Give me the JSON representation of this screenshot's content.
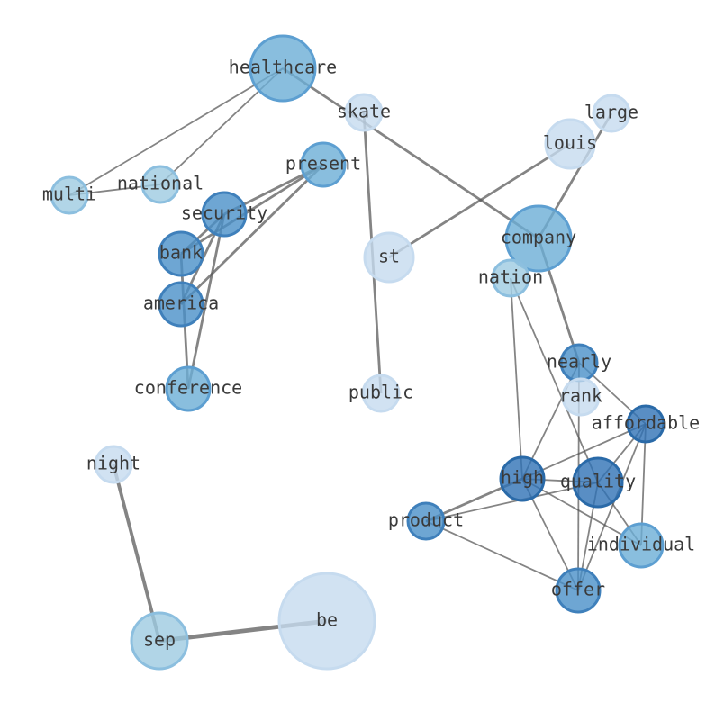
{
  "nodes": [
    {
      "id": "healthcare",
      "label": "healthcare",
      "shade": 2,
      "size": 5
    },
    {
      "id": "skate",
      "label": "skate",
      "shade": 0,
      "size": 1
    },
    {
      "id": "large",
      "label": "large",
      "shade": 0,
      "size": 1
    },
    {
      "id": "louis",
      "label": "louis",
      "shade": 0,
      "size": 2
    },
    {
      "id": "present",
      "label": "present",
      "shade": 2,
      "size": 3
    },
    {
      "id": "multi",
      "label": "multi",
      "shade": 1,
      "size": 1
    },
    {
      "id": "national",
      "label": "national",
      "shade": 1,
      "size": 1
    },
    {
      "id": "security",
      "label": "security",
      "shade": 3,
      "size": 3
    },
    {
      "id": "bank",
      "label": "bank",
      "shade": 3,
      "size": 3
    },
    {
      "id": "st",
      "label": "st",
      "shade": 0,
      "size": 2
    },
    {
      "id": "company",
      "label": "company",
      "shade": 2,
      "size": 5
    },
    {
      "id": "nation",
      "label": "nation",
      "shade": 1,
      "size": 1
    },
    {
      "id": "america",
      "label": "america",
      "shade": 3,
      "size": 3
    },
    {
      "id": "nearly",
      "label": "nearly",
      "shade": 3,
      "size": 1
    },
    {
      "id": "conference",
      "label": "conference",
      "shade": 2,
      "size": 3
    },
    {
      "id": "public",
      "label": "public",
      "shade": 0,
      "size": 1
    },
    {
      "id": "rank",
      "label": "rank",
      "shade": 0,
      "size": 1
    },
    {
      "id": "affordable",
      "label": "affordable",
      "shade": 4,
      "size": 1
    },
    {
      "id": "night",
      "label": "night",
      "shade": 0,
      "size": 1
    },
    {
      "id": "high",
      "label": "high",
      "shade": 4,
      "size": 3
    },
    {
      "id": "quality",
      "label": "quality",
      "shade": 4,
      "size": 2
    },
    {
      "id": "product",
      "label": "product",
      "shade": 3,
      "size": 1
    },
    {
      "id": "individual",
      "label": "individual",
      "shade": 2,
      "size": 3
    },
    {
      "id": "offer",
      "label": "offer",
      "shade": 3,
      "size": 3
    },
    {
      "id": "be",
      "label": "be",
      "shade": 0,
      "size": 8
    },
    {
      "id": "sep",
      "label": "sep",
      "shade": 1,
      "size": 4
    }
  ],
  "edges": [
    {
      "source": "healthcare",
      "target": "multi",
      "weight": 1
    },
    {
      "source": "healthcare",
      "target": "national",
      "weight": 1
    },
    {
      "source": "healthcare",
      "target": "company",
      "weight": 2
    },
    {
      "source": "multi",
      "target": "national",
      "weight": 1
    },
    {
      "source": "skate",
      "target": "public",
      "weight": 2
    },
    {
      "source": "large",
      "target": "company",
      "weight": 2
    },
    {
      "source": "louis",
      "target": "st",
      "weight": 2
    },
    {
      "source": "present",
      "target": "security",
      "weight": 2
    },
    {
      "source": "present",
      "target": "bank",
      "weight": 2
    },
    {
      "source": "present",
      "target": "america",
      "weight": 2
    },
    {
      "source": "security",
      "target": "bank",
      "weight": 2
    },
    {
      "source": "security",
      "target": "america",
      "weight": 2
    },
    {
      "source": "security",
      "target": "conference",
      "weight": 2
    },
    {
      "source": "bank",
      "target": "conference",
      "weight": 2
    },
    {
      "source": "company",
      "target": "nearly",
      "weight": 2
    },
    {
      "source": "nation",
      "target": "high",
      "weight": 1
    },
    {
      "source": "nation",
      "target": "quality",
      "weight": 1
    },
    {
      "source": "nearly",
      "target": "affordable",
      "weight": 1
    },
    {
      "source": "nearly",
      "target": "high",
      "weight": 1
    },
    {
      "source": "nearly",
      "target": "offer",
      "weight": 1
    },
    {
      "source": "affordable",
      "target": "high",
      "weight": 1
    },
    {
      "source": "affordable",
      "target": "quality",
      "weight": 1
    },
    {
      "source": "affordable",
      "target": "individual",
      "weight": 1
    },
    {
      "source": "affordable",
      "target": "offer",
      "weight": 1
    },
    {
      "source": "high",
      "target": "quality",
      "weight": 1
    },
    {
      "source": "high",
      "target": "product",
      "weight": 2
    },
    {
      "source": "high",
      "target": "individual",
      "weight": 1
    },
    {
      "source": "high",
      "target": "offer",
      "weight": 1
    },
    {
      "source": "quality",
      "target": "product",
      "weight": 1
    },
    {
      "source": "quality",
      "target": "individual",
      "weight": 1
    },
    {
      "source": "quality",
      "target": "offer",
      "weight": 1
    },
    {
      "source": "product",
      "target": "offer",
      "weight": 1
    },
    {
      "source": "night",
      "target": "sep",
      "weight": 3
    },
    {
      "source": "sep",
      "target": "be",
      "weight": 4
    }
  ],
  "colors": {
    "shade_fill": [
      "#c6dbef",
      "#9ecae1",
      "#6baed6",
      "#4a90c8",
      "#2f72b5"
    ],
    "shade_stroke": [
      "#c6dbef",
      "#8cbfdf",
      "#5d9fd1",
      "#3f80bb",
      "#2a6aa8"
    ],
    "edge": "#555555",
    "label": "#3a3a3a"
  }
}
